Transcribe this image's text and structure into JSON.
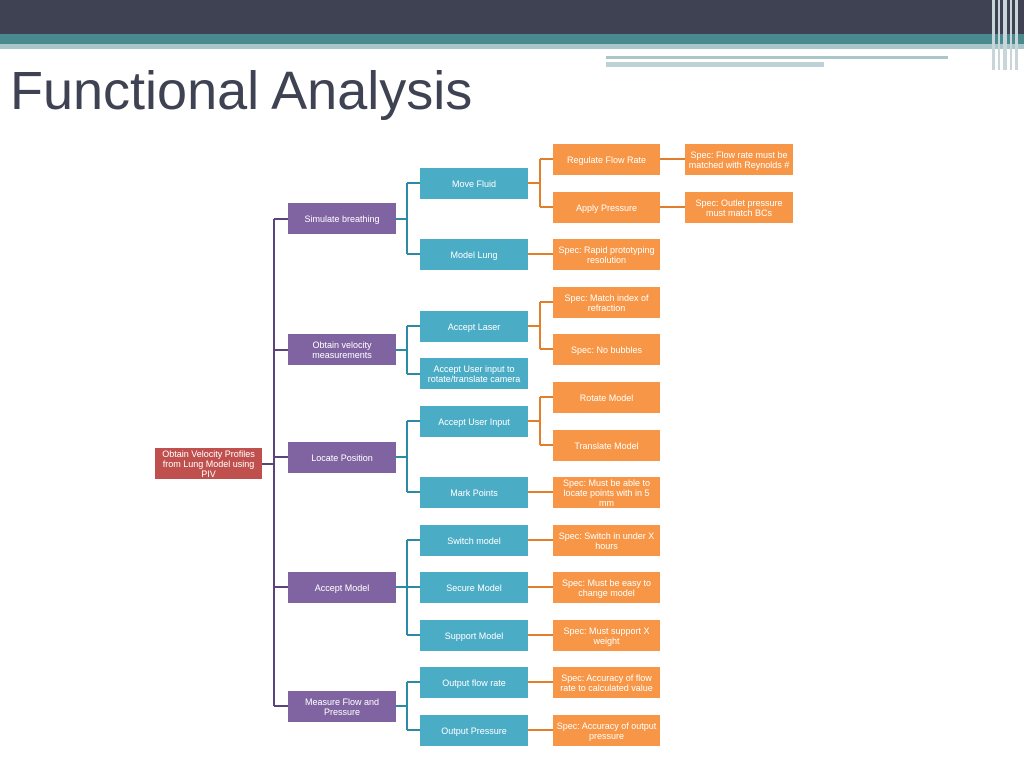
{
  "title": "Functional Analysis",
  "colors": {
    "root": "#c0504d",
    "level1": "#8064a2",
    "level2": "#4bacc6",
    "level3": "#f79646",
    "header": "#3f4252"
  },
  "diagram": {
    "root": "Obtain Velocity Profiles from Lung Model using PIV",
    "functions": [
      {
        "label": "Simulate breathing",
        "subfunctions": [
          {
            "label": "Move Fluid",
            "specs": [
              "Regulate Flow Rate",
              "Apply Pressure"
            ],
            "subspecs": [
              "Spec: Flow rate must be matched with Reynolds #",
              "Spec: Outlet pressure must match BCs"
            ]
          },
          {
            "label": "Model Lung",
            "specs": [
              "Spec: Rapid prototyping resolution"
            ]
          }
        ]
      },
      {
        "label": "Obtain velocity measurements",
        "subfunctions": [
          {
            "label": "Accept Laser",
            "specs": [
              "Spec: Match index of refraction",
              "Spec: No bubbles"
            ]
          },
          {
            "label": "Accept User input to rotate/translate camera",
            "specs": []
          }
        ]
      },
      {
        "label": "Locate Position",
        "subfunctions": [
          {
            "label": "Accept User Input",
            "specs": [
              "Rotate Model",
              "Translate Model"
            ]
          },
          {
            "label": "Mark Points",
            "specs": [
              "Spec: Must be able to locate points with in 5 mm"
            ]
          }
        ]
      },
      {
        "label": "Accept Model",
        "subfunctions": [
          {
            "label": "Switch model",
            "specs": [
              "Spec: Switch in under X hours"
            ]
          },
          {
            "label": "Secure Model",
            "specs": [
              "Spec: Must be easy to change model"
            ]
          },
          {
            "label": "Support Model",
            "specs": [
              "Spec: Must support X weight"
            ]
          }
        ]
      },
      {
        "label": "Measure Flow and Pressure",
        "subfunctions": [
          {
            "label": "Output flow rate",
            "specs": [
              "Spec: Accuracy of flow rate to calculated value"
            ]
          },
          {
            "label": "Output Pressure",
            "specs": [
              "Spec: Accuracy of output pressure"
            ]
          }
        ]
      }
    ]
  }
}
